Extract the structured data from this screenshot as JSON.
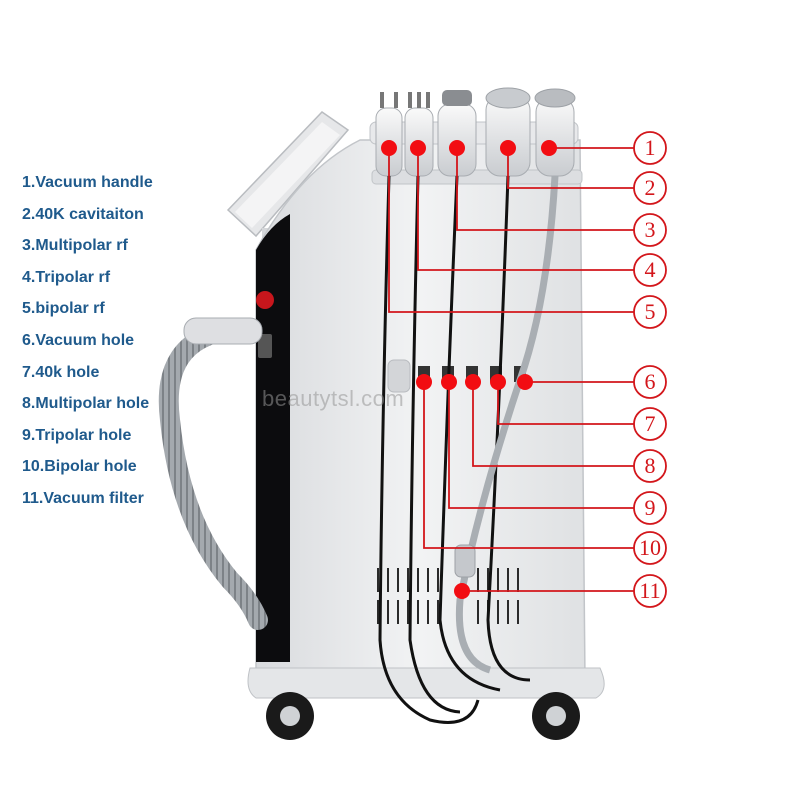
{
  "legend": [
    "1.Vacuum handle",
    "2.40K cavitaiton",
    "3.Multipolar rf",
    "4.Tripolar rf",
    "5.bipolar rf",
    "6.Vacuum hole",
    "7.40k hole",
    "8.Multipolar hole",
    "9.Tripolar hole",
    "10.Bipolar hole",
    "11.Vacuum filter"
  ],
  "callouts": [
    "1",
    "2",
    "3",
    "4",
    "5",
    "6",
    "7",
    "8",
    "9",
    "10",
    "11"
  ],
  "watermark": "beautytsl.com",
  "colors": {
    "legend_text": "#1f5a8c",
    "callout_red": "#d3161b",
    "machine_body": "#e9eaec",
    "machine_panel": "#0c0c0e",
    "cable": "#111111",
    "hose": "#9aa0a6"
  }
}
